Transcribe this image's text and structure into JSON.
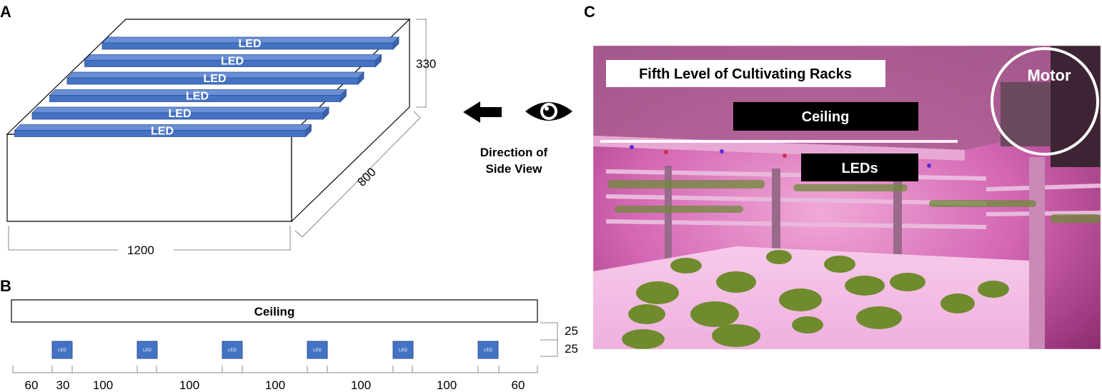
{
  "panels": {
    "a": "A",
    "b": "B",
    "c": "C"
  },
  "panel_a": {
    "led_label": "LED",
    "led_count": 6,
    "dim_height": "330",
    "dim_depth": "800",
    "dim_width": "1200"
  },
  "middle": {
    "arrow_icon": "left-arrow-icon",
    "eye_icon": "eye-icon",
    "caption_line1": "Direction of",
    "caption_line2": "Side View"
  },
  "panel_b": {
    "ceiling_label": "Ceiling",
    "led_label": "LED",
    "vertical_dims": [
      "25",
      "25"
    ],
    "horizontal_dims": [
      "60",
      "30",
      "100",
      "100",
      "100",
      "100",
      "100",
      "60"
    ]
  },
  "panel_c": {
    "title_label": "Fifth Level of Cultivating Racks",
    "ceiling_label": "Ceiling",
    "leds_label": "LEDs",
    "motor_label": "Motor"
  },
  "colors": {
    "led_fill": "#4472c4",
    "led_edge": "#2f5597",
    "photo_magenta": "#c9559c"
  }
}
